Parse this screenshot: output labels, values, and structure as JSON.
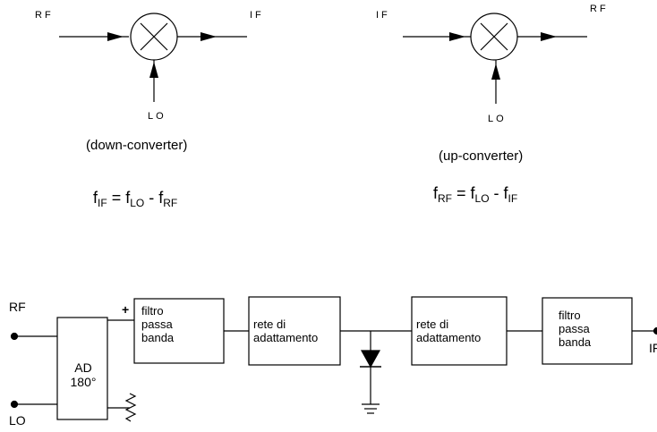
{
  "down_converter": {
    "rf_label": "RF",
    "if_label": "IF",
    "lo_label": "LO",
    "caption": "(down-converter)",
    "eq": {
      "lhs": "f",
      "lhs_sub": "IF",
      "eq": " = f",
      "a_sub": "LO",
      "minus": " - f",
      "b_sub": "RF"
    }
  },
  "up_converter": {
    "if_label": "IF",
    "rf_label": "RF",
    "lo_label": "LO",
    "caption": "(up-converter)",
    "eq": {
      "lhs": "f",
      "lhs_sub": "RF",
      "eq": " = f",
      "a_sub": "LO",
      "minus": " - f",
      "b_sub": "IF"
    }
  },
  "circuit": {
    "rf_label": "RF",
    "lo_label": "LO",
    "if_label": "IF",
    "plus_label": "+",
    "hybrid_label": "AD\n180°",
    "filter1_label": "filtro\npassa\nbanda",
    "match1_label": "rete di\nadattamento",
    "match2_label": "rete di\nadattamento",
    "filter2_label": "filtro\npassa\nbanda"
  }
}
